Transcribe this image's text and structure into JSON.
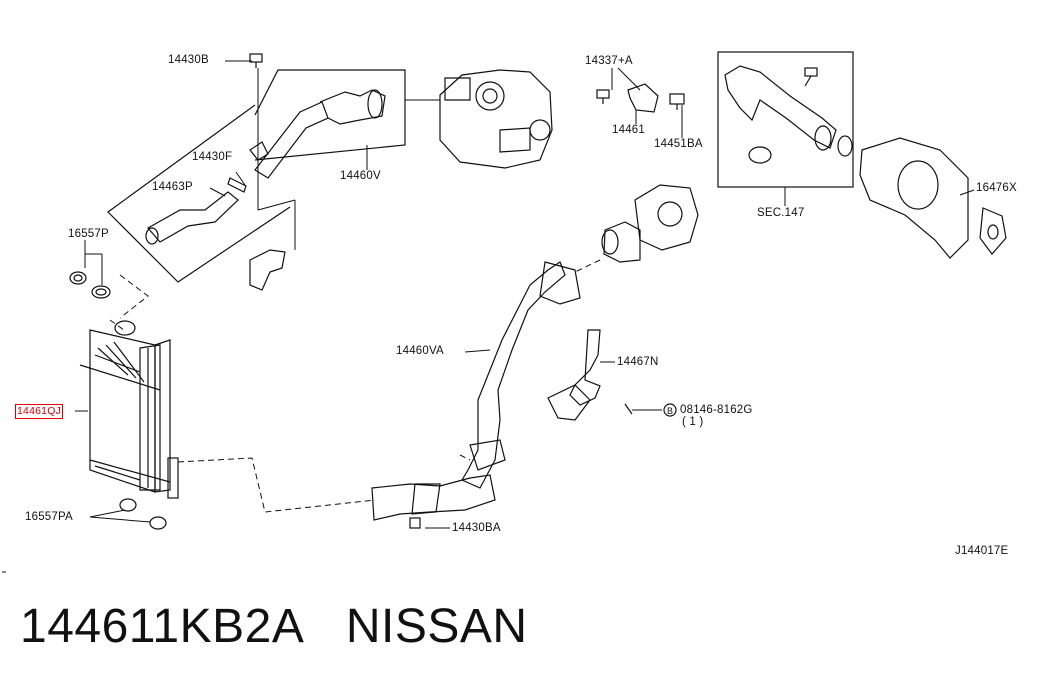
{
  "diagram_code": "J144017E",
  "labels": {
    "p14430B": "14430B",
    "p14430F": "14430F",
    "p14463P": "14463P",
    "p16557P": "16557P",
    "p14610J": "14461QJ",
    "p16557PA": "16557PA",
    "p14460V": "14460V",
    "p14460VA": "14460VA",
    "p14430BA": "14430BA",
    "p14337A": "14337+A",
    "p14461": "14461",
    "p14451BA": "14451BA",
    "sec147": "SEC.147",
    "p16476X": "16476X",
    "p14467N": "14467N",
    "bolt_code": "08146-8162G",
    "bolt_qty": "( 1 )"
  },
  "caption": {
    "part_number": "144611KB2A",
    "brand": "NISSAN"
  },
  "colors": {
    "line": "#111111",
    "highlight": "#e00000"
  }
}
